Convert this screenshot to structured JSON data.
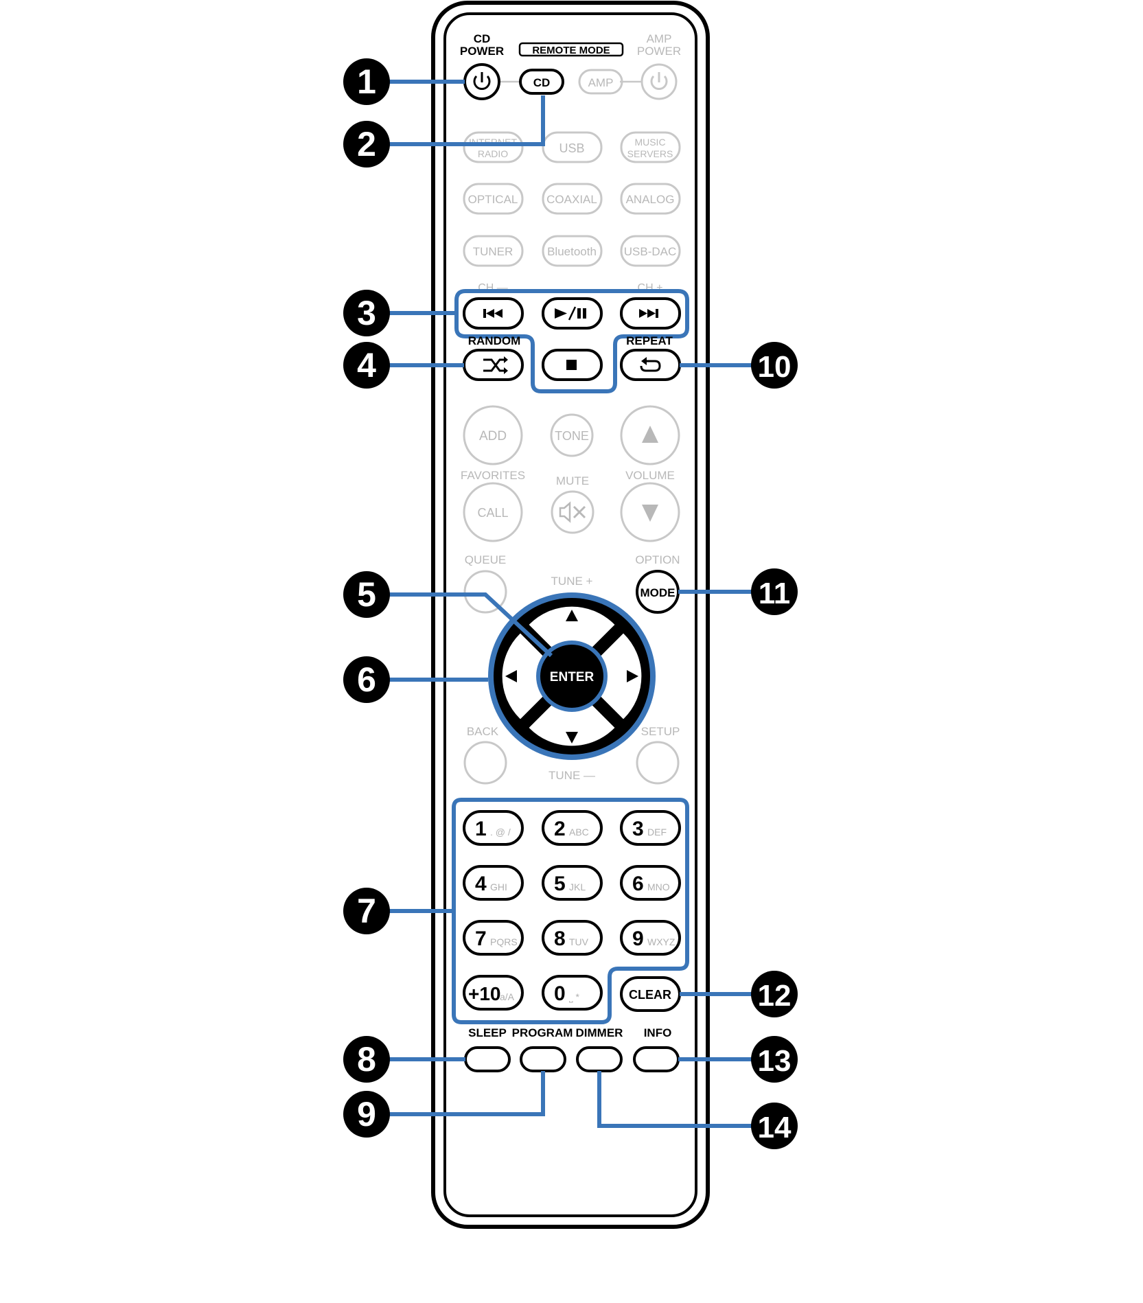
{
  "top": {
    "cd_power": [
      "CD",
      "POWER"
    ],
    "remote_mode": "REMOTE MODE",
    "amp_power": [
      "AMP",
      "POWER"
    ],
    "cd": "CD",
    "amp": "AMP"
  },
  "source": {
    "internet_radio": [
      "INTERNET",
      "RADIO"
    ],
    "usb": "USB",
    "music_servers": [
      "MUSIC",
      "SERVERS"
    ],
    "optical": "OPTICAL",
    "coaxial": "COAXIAL",
    "analog": "ANALOG",
    "tuner": "TUNER",
    "bluetooth": "Bluetooth",
    "usb_dac": "USB-DAC"
  },
  "transport": {
    "ch_minus": "CH —",
    "ch_plus": "CH +",
    "random": "RANDOM",
    "repeat": "REPEAT"
  },
  "middle": {
    "add": "ADD",
    "tone": "TONE",
    "favorites": "FAVORITES",
    "mute": "MUTE",
    "volume": "VOLUME",
    "call": "CALL",
    "queue": "QUEUE",
    "option": "OPTION",
    "mode": "MODE",
    "tune_plus": "TUNE +",
    "tune_minus": "TUNE —",
    "enter": "ENTER",
    "back": "BACK",
    "setup": "SETUP"
  },
  "numpad": [
    {
      "digit": "1",
      "sub": ". @ /"
    },
    {
      "digit": "2",
      "sub": "ABC"
    },
    {
      "digit": "3",
      "sub": "DEF"
    },
    {
      "digit": "4",
      "sub": "GHI"
    },
    {
      "digit": "5",
      "sub": "JKL"
    },
    {
      "digit": "6",
      "sub": "MNO"
    },
    {
      "digit": "7",
      "sub": "PQRS"
    },
    {
      "digit": "8",
      "sub": "TUV"
    },
    {
      "digit": "9",
      "sub": "WXYZ"
    },
    {
      "digit": "+10",
      "sub": "a/A"
    },
    {
      "digit": "0",
      "sub": "⎵ *"
    }
  ],
  "clear": "CLEAR",
  "bottom": {
    "sleep": "SLEEP",
    "program": "PROGRAM",
    "dimmer": "DIMMER",
    "info": "INFO"
  },
  "callouts": [
    "1",
    "2",
    "3",
    "4",
    "5",
    "6",
    "7",
    "8",
    "9",
    "10",
    "11",
    "12",
    "13",
    "14"
  ],
  "colors": {
    "accent": "#3a75b8",
    "faded": "#b8b8b8",
    "outline": "#000000"
  }
}
